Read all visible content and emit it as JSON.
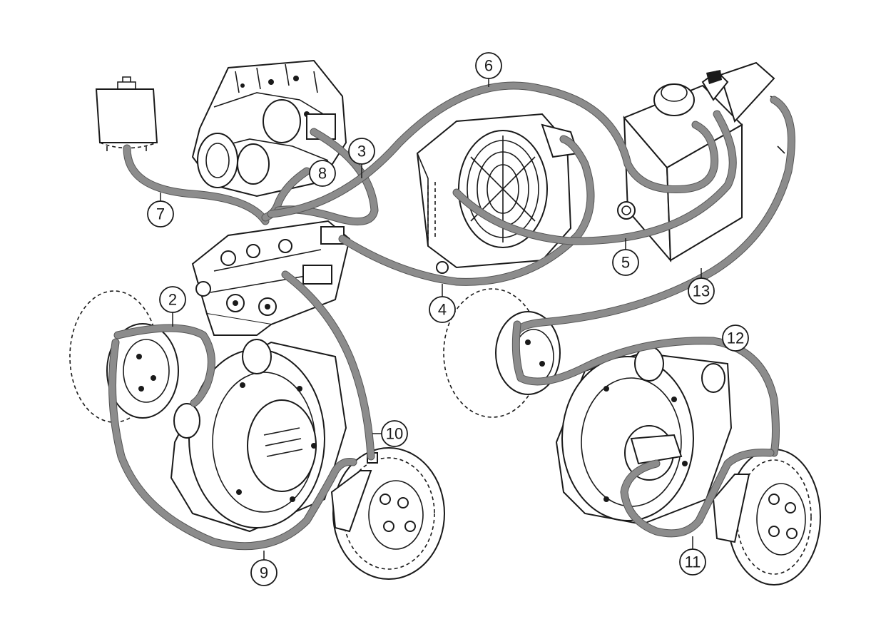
{
  "callouts": [
    {
      "id": "c2",
      "label": "2"
    },
    {
      "id": "c3",
      "label": "3"
    },
    {
      "id": "c4",
      "label": "4"
    },
    {
      "id": "c5",
      "label": "5"
    },
    {
      "id": "c6",
      "label": "6"
    },
    {
      "id": "c7",
      "label": "7"
    },
    {
      "id": "c8",
      "label": "8"
    },
    {
      "id": "c9",
      "label": "9"
    },
    {
      "id": "c10",
      "label": "10"
    },
    {
      "id": "c11",
      "label": "11"
    },
    {
      "id": "c12",
      "label": "12"
    },
    {
      "id": "c13",
      "label": "13"
    }
  ],
  "colors": {
    "hose": "#8c8c8c",
    "line": "#1a1a1a",
    "background": "#ffffff"
  }
}
